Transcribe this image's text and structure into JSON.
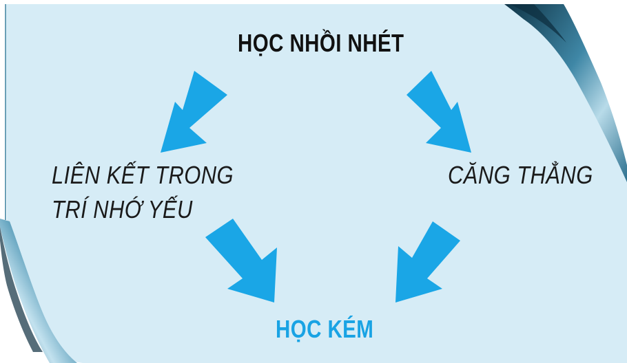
{
  "diagram": {
    "top_node": "HỌC NHỒI NHÉT",
    "left_node_line1": "LIÊN KẾT TRONG",
    "left_node_line2": "TRÍ NHỚ YẾU",
    "right_node": "CĂNG THẲNG",
    "bottom_node": "HỌC KÉM"
  },
  "colors": {
    "paper": "#d6ecf6",
    "arrow": "#1aa6e6",
    "curl_dark": "#1d5a77",
    "bottom_node_text": "#19a3e4",
    "text": "#1a1a1a"
  }
}
